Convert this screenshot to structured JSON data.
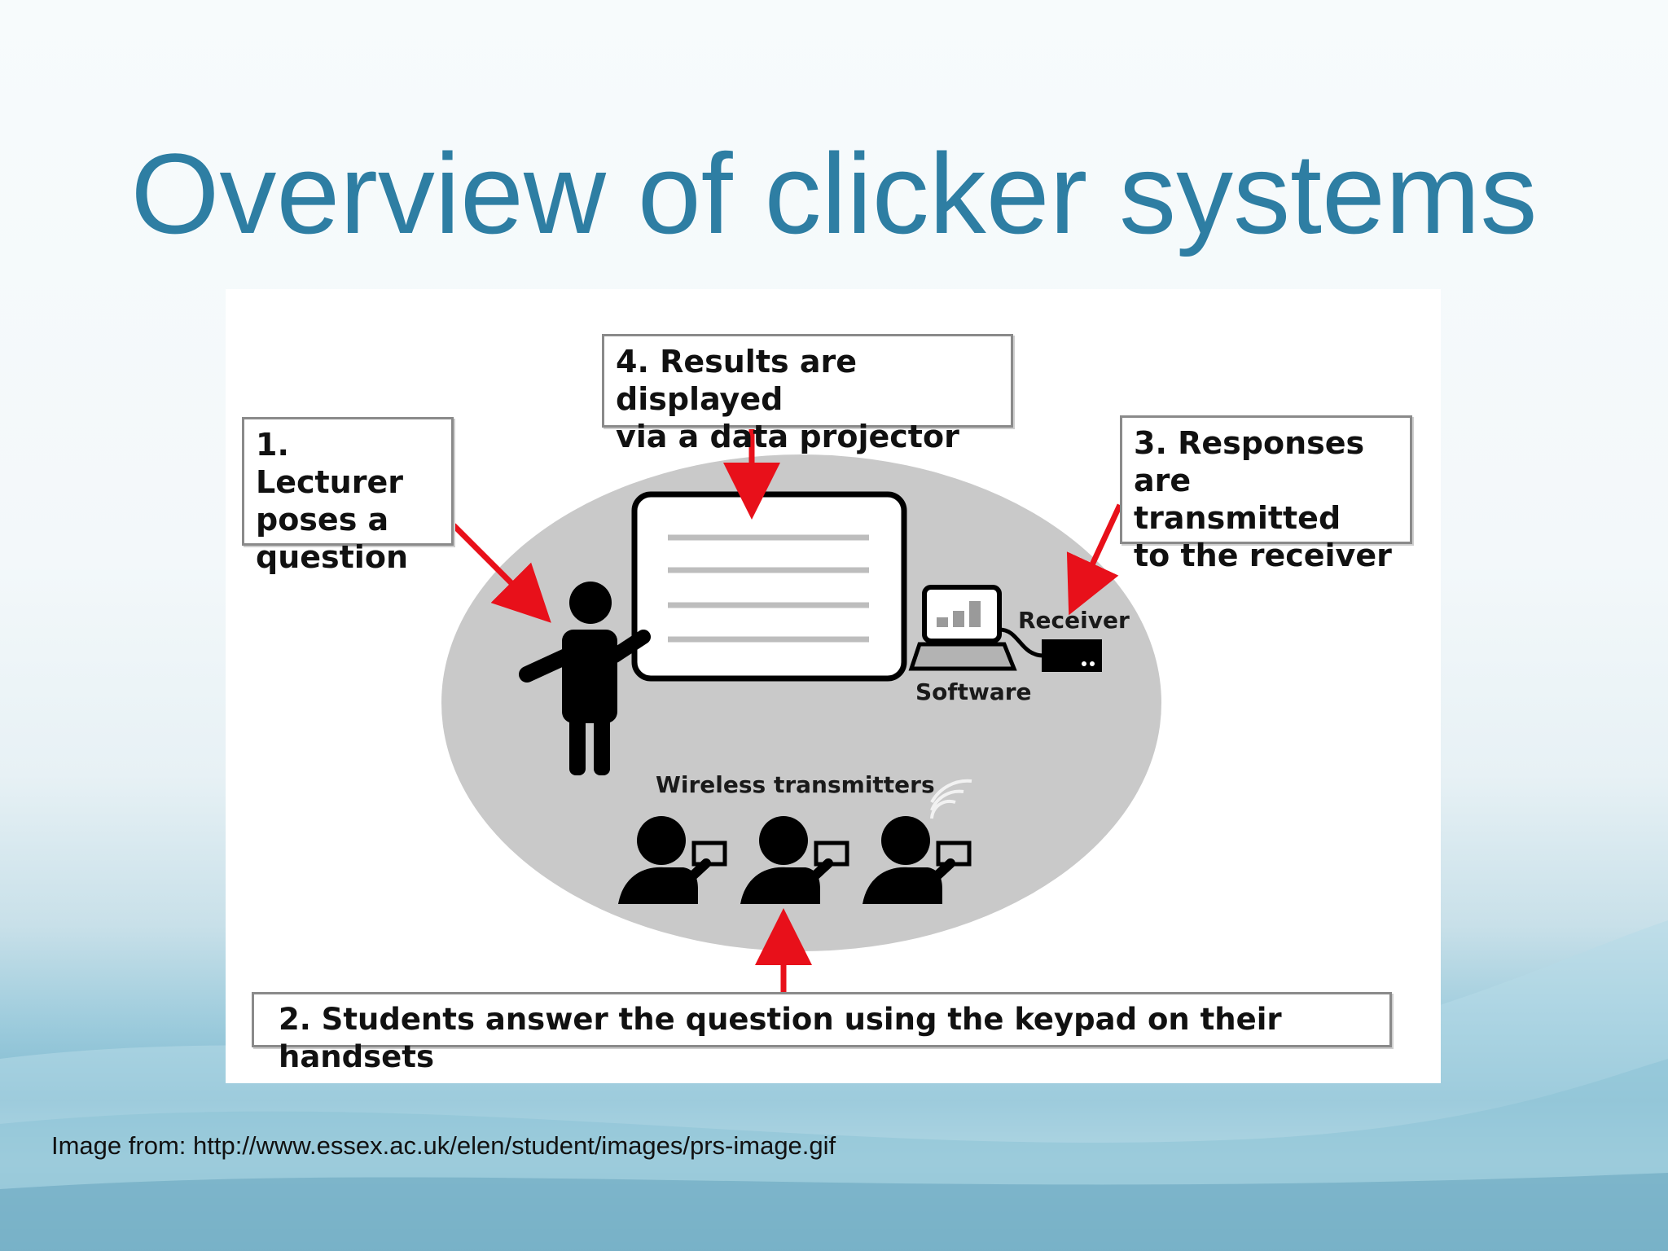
{
  "slide": {
    "title": "Overview of clicker systems",
    "credit": "Image from: http://www.essex.ac.uk/elen/student/images/prs-image.gif"
  },
  "diagram": {
    "callouts": {
      "lecturer": "1. Lecturer\nposes a\nquestion",
      "students": "2. Students answer the question using the keypad on their handsets",
      "responses": "3. Responses\nare transmitted\nto the receiver",
      "results": "4. Results are displayed\nvia a data projector"
    },
    "labels": {
      "receiver": "Receiver",
      "software": "Software",
      "transmitters": "Wireless transmitters"
    },
    "colors": {
      "arrow": "#e8101a",
      "ellipse": "#c9c9c9",
      "title": "#2e7ea3"
    }
  }
}
